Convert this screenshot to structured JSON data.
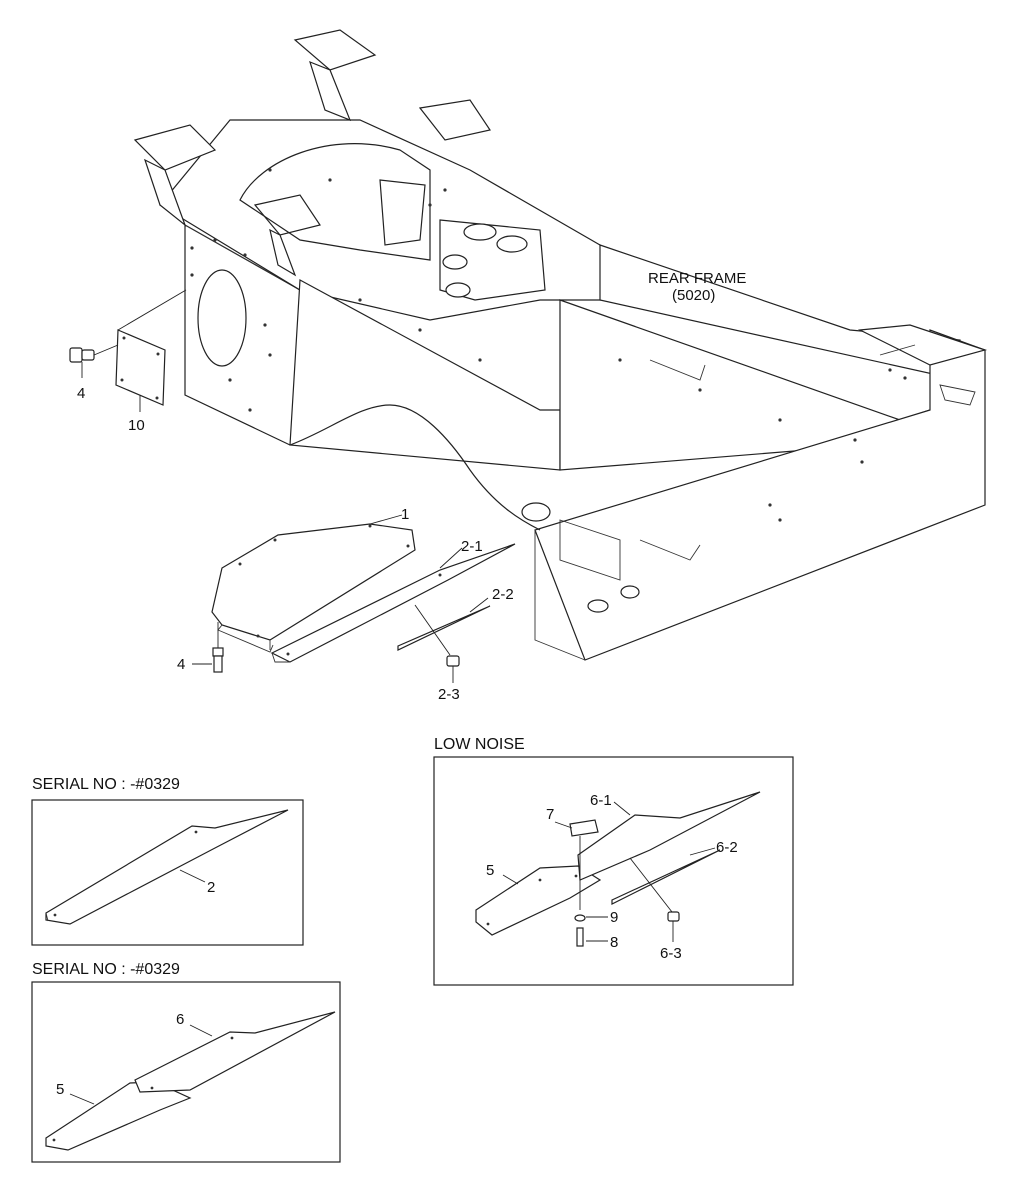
{
  "frame": {
    "name_line1": "REAR FRAME",
    "name_line2": "(5020)"
  },
  "callouts": {
    "c1": "1",
    "c2_1": "2-1",
    "c2_2": "2-2",
    "c2_3": "2-3",
    "c4_top": "4",
    "c4_bottom": "4",
    "c10": "10"
  },
  "panel_serial_a": {
    "title": "SERIAL NO : -#0329",
    "c2": "2"
  },
  "panel_serial_b": {
    "title": "SERIAL NO : -#0329",
    "c5": "5",
    "c6": "6"
  },
  "panel_low_noise": {
    "title": "LOW NOISE",
    "c5": "5",
    "c6_1": "6-1",
    "c6_2": "6-2",
    "c6_3": "6-3",
    "c7": "7",
    "c8": "8",
    "c9": "9"
  }
}
